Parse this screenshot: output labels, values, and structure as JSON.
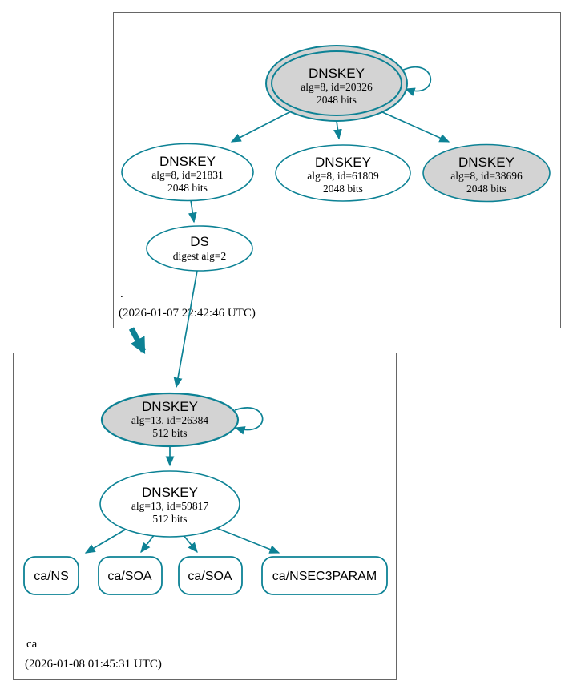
{
  "colors": {
    "edge_teal": "#0d8295",
    "ksk_fill_gray": "#d3d3d3",
    "zone_box_border": "#666666"
  },
  "root_zone": {
    "label": ".",
    "timestamp": "(2026-01-07 22:42:46 UTC)",
    "ksk": {
      "title": "DNSKEY",
      "detail": "alg=8, id=20326",
      "bits": "2048 bits"
    },
    "zsk1": {
      "title": "DNSKEY",
      "detail": "alg=8, id=21831",
      "bits": "2048 bits"
    },
    "zsk2": {
      "title": "DNSKEY",
      "detail": "alg=8, id=61809",
      "bits": "2048 bits"
    },
    "key3": {
      "title": "DNSKEY",
      "detail": "alg=8, id=38696",
      "bits": "2048 bits"
    },
    "ds": {
      "title": "DS",
      "detail": "digest alg=2"
    }
  },
  "ca_zone": {
    "label": "ca",
    "timestamp": "(2026-01-08 01:45:31 UTC)",
    "ksk": {
      "title": "DNSKEY",
      "detail": "alg=13, id=26384",
      "bits": "512 bits"
    },
    "zsk": {
      "title": "DNSKEY",
      "detail": "alg=13, id=59817",
      "bits": "512 bits"
    },
    "rrsets": {
      "ns": "ca/NS",
      "soa1": "ca/SOA",
      "soa2": "ca/SOA",
      "nsec3param": "ca/NSEC3PARAM"
    }
  }
}
